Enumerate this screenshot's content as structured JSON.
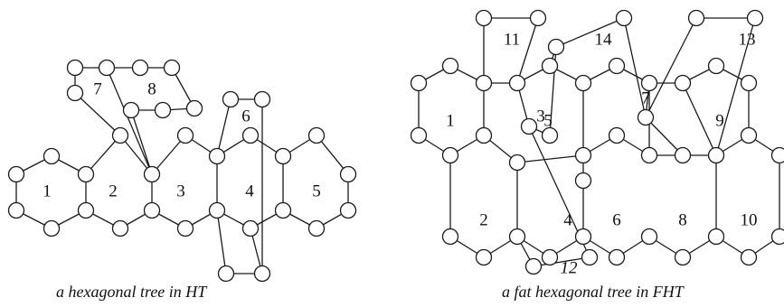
{
  "left_panel": {
    "caption": "a  hexagonal tree  in HT",
    "face_labels": [
      "1",
      "2",
      "3",
      "4",
      "5",
      "6",
      "7",
      "8"
    ]
  },
  "right_panel": {
    "caption": "a  fat hexagonal tree in FHT",
    "face_labels": [
      "1",
      "2",
      "3",
      "4",
      "5",
      "6",
      "7",
      "8",
      "9",
      "10",
      "11",
      "12",
      "13",
      "14"
    ],
    "italic_labels": [
      "12"
    ]
  }
}
